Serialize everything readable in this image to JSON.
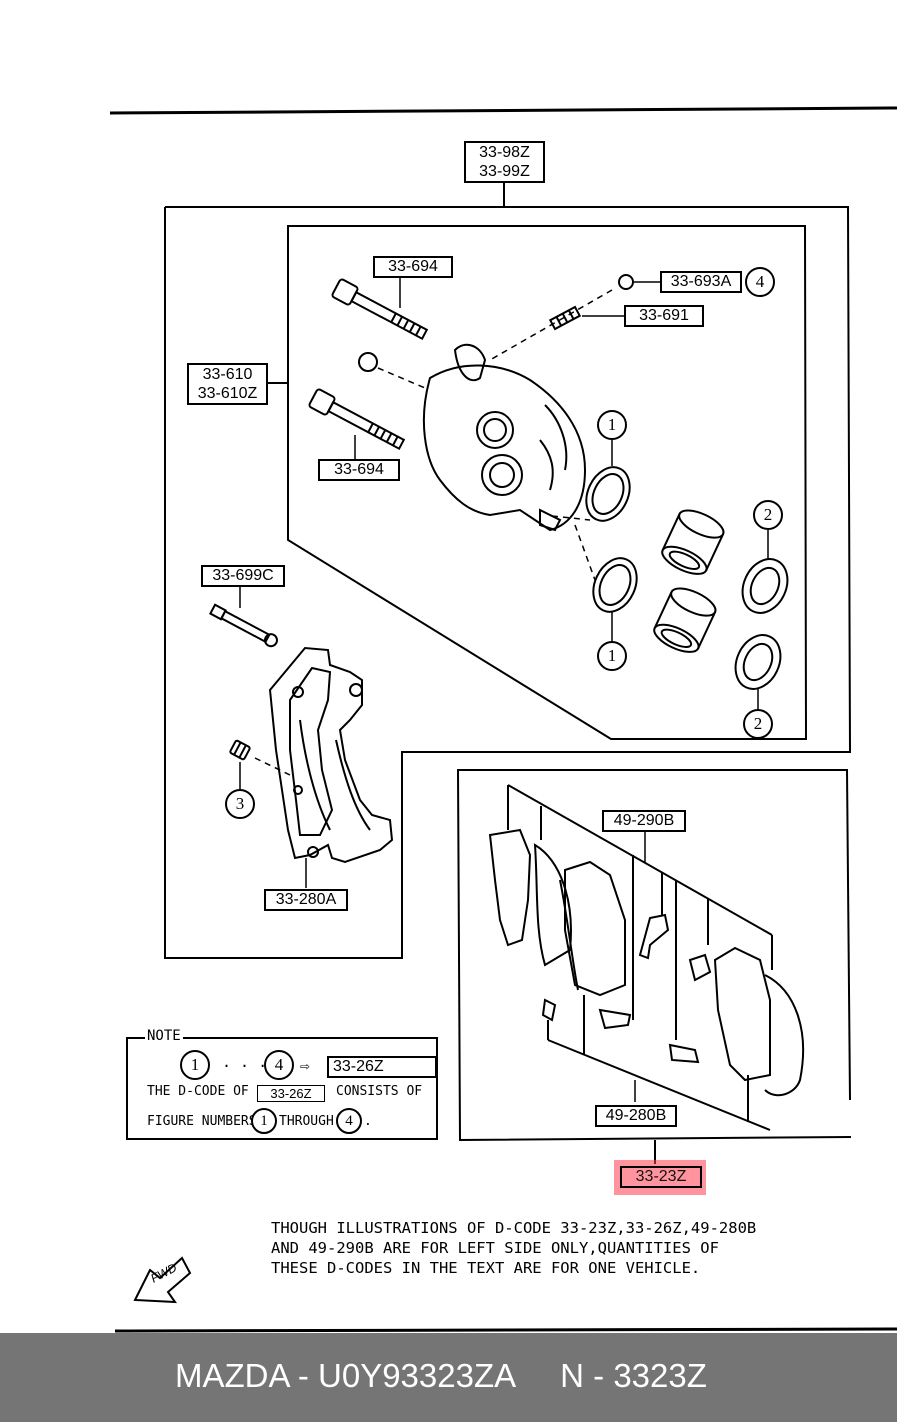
{
  "labels": {
    "assembly_top": [
      "33-98Z",
      "33-99Z"
    ],
    "caliper_assy": [
      "33-610",
      "33-610Z"
    ],
    "bolt_upper": "33-694",
    "bolt_lower": "33-694",
    "bleeder_cap": "33-693A",
    "bleeder_screw": "33-691",
    "guide_pin": "33-699C",
    "bracket": "33-280A",
    "pad_shim": "49-290B",
    "pad_set": "49-280B",
    "pad_kit": "33-23Z"
  },
  "circles": {
    "cap_ref": "4",
    "seal_upper": "1",
    "seal_lower": "1",
    "boot_upper": "2",
    "boot_lower": "2",
    "bushing": "3"
  },
  "note": {
    "heading": "NOTE",
    "range_start": "1",
    "dots": "· · ·",
    "range_end": "4",
    "arrow": "⇨",
    "kit_code": "33-26Z",
    "line2_prefix": "THE D-CODE OF",
    "line2_code": "33-26Z",
    "line2_suffix": "CONSISTS OF",
    "line3_prefix": "FIGURE NUMBERS",
    "line3_from": "1",
    "line3_mid": "THROUGH",
    "line3_to": "4",
    "line3_end": "."
  },
  "notice_lines": [
    "THOUGH ILLUSTRATIONS OF D-CODE 33-23Z,33-26Z,49-280B",
    "AND 49-290B ARE FOR LEFT SIDE ONLY,QUANTITIES OF",
    "THESE D-CODES IN THE TEXT ARE FOR ONE VEHICLE."
  ],
  "fwd": "FWD",
  "footer": "MAZDA - U0Y93323ZA     N - 3323Z",
  "highlight_color": "#ff3c50"
}
